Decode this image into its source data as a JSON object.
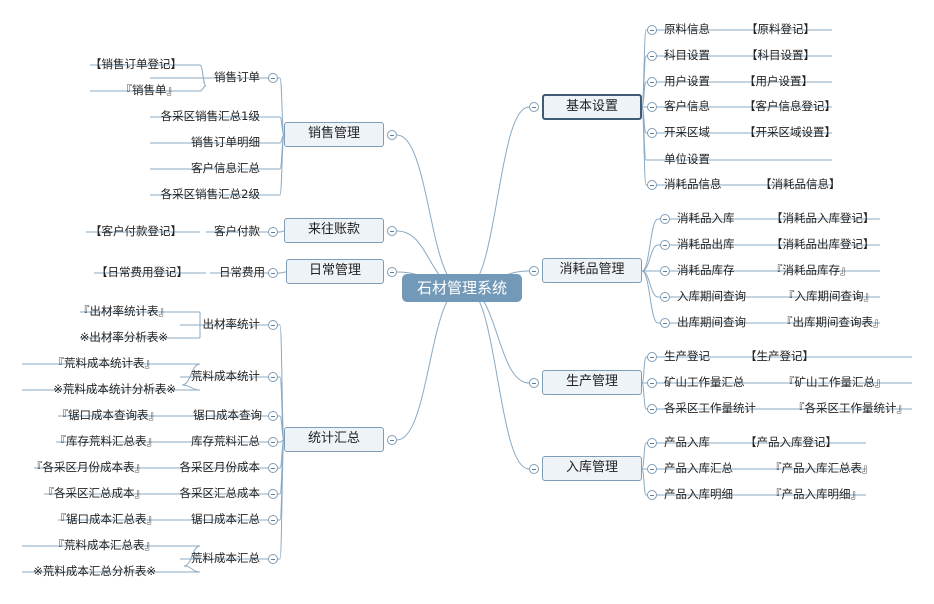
{
  "center": "石材管理系统",
  "right": [
    {
      "label": "基本设置",
      "items": [
        {
          "name": "原料信息",
          "link": "【原料登记】"
        },
        {
          "name": "科目设置",
          "link": "【科目设置】"
        },
        {
          "name": "用户设置",
          "link": "【用户设置】"
        },
        {
          "name": "客户信息",
          "link": "【客户信息登记】"
        },
        {
          "name": "开采区域",
          "link": "【开采区域设置】"
        },
        {
          "name": "单位设置",
          "link": ""
        },
        {
          "name": "消耗品信息",
          "link": "【消耗品信息】"
        }
      ]
    },
    {
      "label": "消耗品管理",
      "items": [
        {
          "name": "消耗品入库",
          "link": "【消耗品入库登记】"
        },
        {
          "name": "消耗品出库",
          "link": "【消耗品出库登记】"
        },
        {
          "name": "消耗品库存",
          "link": "『消耗品库存』"
        },
        {
          "name": "入库期间查询",
          "link": "『入库期间查询』"
        },
        {
          "name": "出库期间查询",
          "link": "『出库期间查询表』"
        }
      ]
    },
    {
      "label": "生产管理",
      "items": [
        {
          "name": "生产登记",
          "link": "【生产登记】"
        },
        {
          "name": "矿山工作量汇总",
          "link": "『矿山工作量汇总』"
        },
        {
          "name": "各采区工作量统计",
          "link": "『各采区工作量统计』"
        }
      ]
    },
    {
      "label": "入库管理",
      "items": [
        {
          "name": "产品入库",
          "link": "【产品入库登记】"
        },
        {
          "name": "产品入库汇总",
          "link": "『产品入库汇总表』"
        },
        {
          "name": "产品入库明细",
          "link": "『产品入库明细』"
        }
      ]
    }
  ],
  "left": [
    {
      "label": "销售管理",
      "items": [
        {
          "name": "销售订单",
          "subs": [
            "【销售订单登记】",
            "『销售单』"
          ]
        },
        {
          "name": "各采区销售汇总1级",
          "subs": []
        },
        {
          "name": "销售订单明细",
          "subs": []
        },
        {
          "name": "客户信息汇总",
          "subs": []
        },
        {
          "name": "各采区销售汇总2级",
          "subs": []
        }
      ]
    },
    {
      "label": "来往账款",
      "items": [
        {
          "name": "客户付款",
          "subs": [
            "【客户付款登记】"
          ]
        }
      ]
    },
    {
      "label": "日常管理",
      "items": [
        {
          "name": "日常费用",
          "subs": [
            "【日常费用登记】"
          ]
        }
      ]
    },
    {
      "label": "统计汇总",
      "items": [
        {
          "name": "出材率统计",
          "subs": [
            "『出材率统计表』",
            "※出材率分析表※"
          ]
        },
        {
          "name": "荒料成本统计",
          "subs": [
            "『荒料成本统计表』",
            "※荒料成本统计分析表※"
          ]
        },
        {
          "name": "锯口成本查询",
          "subs": [
            "『锯口成本查询表』"
          ]
        },
        {
          "name": "库存荒料汇总",
          "subs": [
            "『库存荒料汇总表』"
          ]
        },
        {
          "name": "各采区月份成本",
          "subs": [
            "『各采区月份成本表』"
          ]
        },
        {
          "name": "各采区汇总成本",
          "subs": [
            "『各采区汇总成本』"
          ]
        },
        {
          "name": "锯口成本汇总",
          "subs": [
            "『锯口成本汇总表』"
          ]
        },
        {
          "name": "荒料成本汇总",
          "subs": [
            "『荒料成本汇总表』",
            "※荒料成本汇总分析表※"
          ]
        }
      ]
    }
  ]
}
